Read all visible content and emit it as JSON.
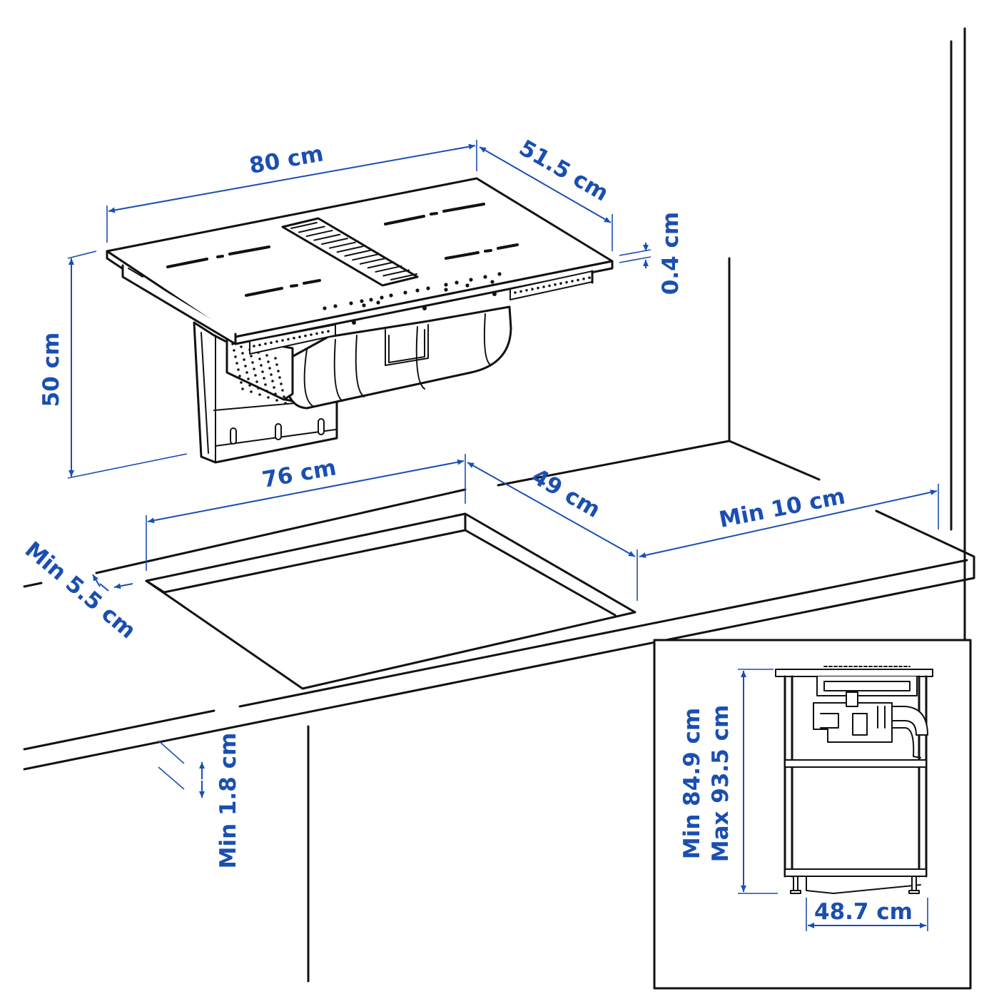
{
  "colors": {
    "dimension": "#1a4fb0",
    "line": "#111111",
    "background": "#ffffff"
  },
  "dimensions": {
    "hob_width": "80 cm",
    "hob_depth": "51.5 cm",
    "glass_thickness": "0.4 cm",
    "total_height": "50 cm",
    "cutout_width": "76 cm",
    "cutout_depth": "49 cm",
    "wall_clearance": "Min 10 cm",
    "front_edge": "Min 5.5 cm",
    "worktop_thickness": "Min 1.8 cm",
    "cabinet_height_min": "Min 84.9 cm",
    "cabinet_height_max": "Max 93.5 cm",
    "cabinet_depth": "48.7 cm"
  }
}
